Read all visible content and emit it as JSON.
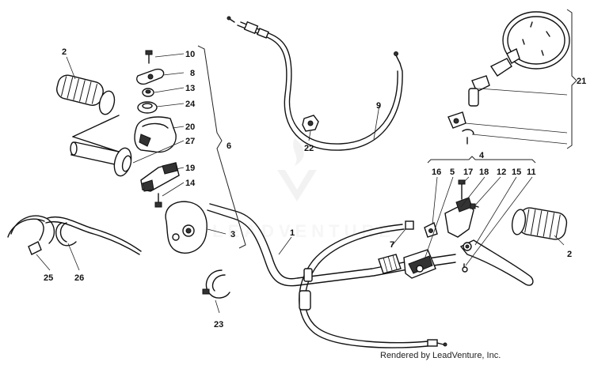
{
  "diagram": {
    "callouts": {
      "c1": "1",
      "c2a": "2",
      "c2b": "2",
      "c3": "3",
      "c4": "4",
      "c5": "5",
      "c6": "6",
      "c7": "7",
      "c8": "8",
      "c9": "9",
      "c10": "10",
      "c11": "11",
      "c12": "12",
      "c13": "13",
      "c14": "14",
      "c15": "15",
      "c16": "16",
      "c17": "17",
      "c18": "18",
      "c19": "19",
      "c20": "20",
      "c21": "21",
      "c22": "22",
      "c23": "23",
      "c24": "24",
      "c25": "25",
      "c26": "26",
      "c27": "27"
    },
    "watermark": "LEADVENTURE",
    "credit": "Rendered by LeadVenture, Inc."
  }
}
